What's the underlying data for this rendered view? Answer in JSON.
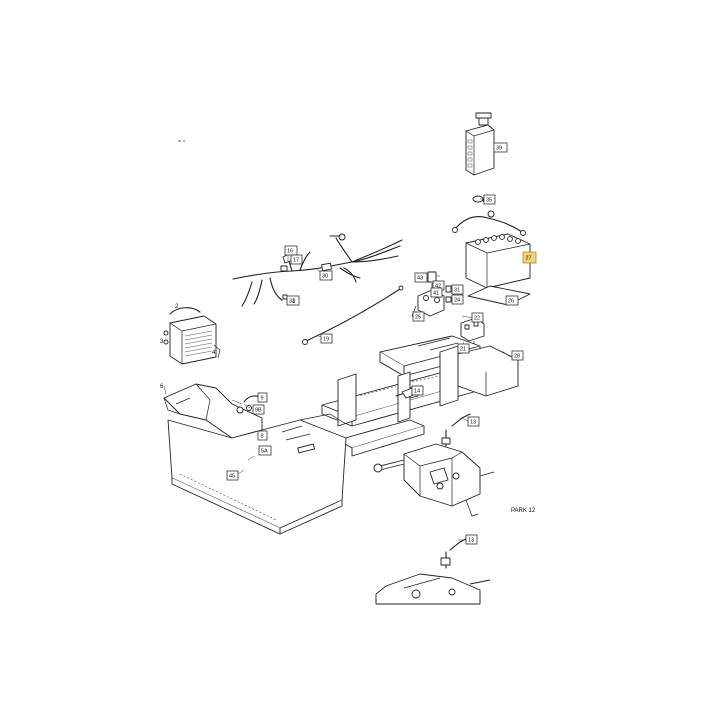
{
  "sheet_label": "PARK 12",
  "callouts": [
    {
      "id": "39",
      "label": "39",
      "highlight": false
    },
    {
      "id": "35",
      "label": "35",
      "highlight": false
    },
    {
      "id": "27",
      "label": "27",
      "highlight": true
    },
    {
      "id": "26",
      "label": "26",
      "highlight": false
    },
    {
      "id": "16",
      "label": "16",
      "highlight": false
    },
    {
      "id": "17",
      "label": "17",
      "highlight": false
    },
    {
      "id": "30",
      "label": "30",
      "highlight": false
    },
    {
      "id": "33",
      "label": "33",
      "highlight": false
    },
    {
      "id": "43",
      "label": "43",
      "highlight": false
    },
    {
      "id": "42",
      "label": "42",
      "highlight": false
    },
    {
      "id": "41",
      "label": "41",
      "highlight": false
    },
    {
      "id": "31",
      "label": "31",
      "highlight": false
    },
    {
      "id": "24",
      "label": "24",
      "highlight": false
    },
    {
      "id": "25",
      "label": "25",
      "highlight": false
    },
    {
      "id": "19",
      "label": "19",
      "highlight": false
    },
    {
      "id": "22",
      "label": "22",
      "highlight": false
    },
    {
      "id": "21",
      "label": "21",
      "highlight": false
    },
    {
      "id": "28",
      "label": "28",
      "highlight": false
    },
    {
      "id": "14",
      "label": "14",
      "highlight": false
    },
    {
      "id": "9",
      "label": "9",
      "highlight": false
    },
    {
      "id": "9B",
      "label": "9B",
      "highlight": false
    },
    {
      "id": "8",
      "label": "8",
      "highlight": false
    },
    {
      "id": "5A",
      "label": "5A",
      "highlight": false
    },
    {
      "id": "13",
      "label": "13",
      "highlight": false
    },
    {
      "id": "13b",
      "label": "13",
      "highlight": false
    },
    {
      "id": "45",
      "label": "45",
      "highlight": false
    }
  ],
  "free_labels": [
    {
      "id": "2",
      "label": "2"
    },
    {
      "id": "3",
      "label": "3"
    },
    {
      "id": "4",
      "label": "4"
    },
    {
      "id": "6",
      "label": "6"
    },
    {
      "id": "1",
      "label": "1"
    }
  ]
}
